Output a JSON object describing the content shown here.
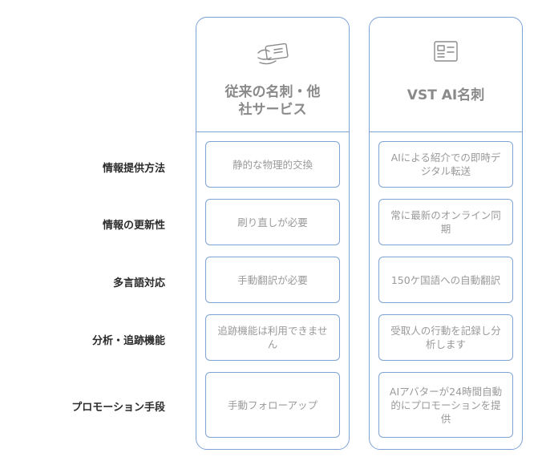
{
  "columns": {
    "left": {
      "title_line1": "従来の名刺・他",
      "title_line2": "社サービス",
      "icon": "card-exchange-icon"
    },
    "right": {
      "title_line1": "VST AI名刺",
      "icon": "id-card-icon"
    }
  },
  "rows": [
    {
      "label": "情報提供方法",
      "left": "静的な物理的交換",
      "right": "AIによる紹介での即時デジタル転送"
    },
    {
      "label": "情報の更新性",
      "left": "刷り直しが必要",
      "right": "常に最新のオンライン同期"
    },
    {
      "label": "多言語対応",
      "left": "手動翻訳が必要",
      "right": "150ケ国語への自動翻訳"
    },
    {
      "label": "分析・追跡機能",
      "left": "追跡機能は利用できません",
      "right": "受取人の行動を記録し分析します"
    },
    {
      "label": "プロモーション手段",
      "left": "手動フォローアップ",
      "right": "AIアバターが24時間自動的にプロモーションを提供"
    }
  ],
  "colors": {
    "border": "#7fa2d4",
    "cell_text": "#9a9a9a",
    "label_text": "#2b2b2b",
    "header_text": "#8a8a8a"
  }
}
